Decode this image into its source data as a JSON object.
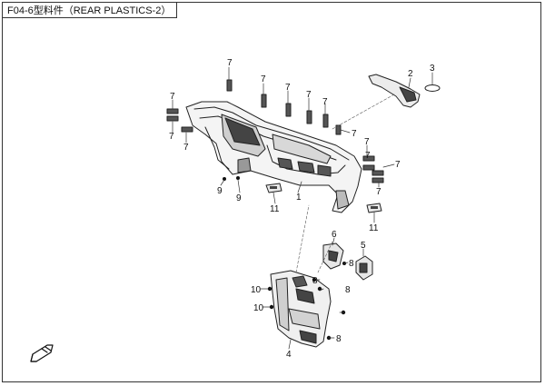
{
  "title": "F04-6型料件（REAR PLASTICS-2）",
  "callouts": [
    {
      "id": "c7a",
      "label": "7"
    },
    {
      "id": "c7b",
      "label": "7"
    },
    {
      "id": "c7c",
      "label": "7"
    },
    {
      "id": "c7d",
      "label": "7"
    },
    {
      "id": "c7e",
      "label": "7"
    },
    {
      "id": "c7f",
      "label": "7"
    },
    {
      "id": "c7g",
      "label": "7"
    },
    {
      "id": "c7h",
      "label": "7"
    },
    {
      "id": "c7i",
      "label": "7"
    },
    {
      "id": "c7j",
      "label": "7"
    },
    {
      "id": "c7k",
      "label": "7"
    },
    {
      "id": "c7l",
      "label": "7"
    },
    {
      "id": "c7m",
      "label": "7"
    },
    {
      "id": "c2",
      "label": "2"
    },
    {
      "id": "c3",
      "label": "3"
    },
    {
      "id": "c1",
      "label": "1"
    },
    {
      "id": "c9a",
      "label": "9"
    },
    {
      "id": "c9b",
      "label": "9"
    },
    {
      "id": "c11a",
      "label": "11"
    },
    {
      "id": "c11b",
      "label": "11"
    },
    {
      "id": "c6",
      "label": "6"
    },
    {
      "id": "c5",
      "label": "5"
    },
    {
      "id": "c8a",
      "label": "8"
    },
    {
      "id": "c8b",
      "label": "8"
    },
    {
      "id": "c8c",
      "label": "8"
    },
    {
      "id": "c8d",
      "label": "8"
    },
    {
      "id": "c10a",
      "label": "10"
    },
    {
      "id": "c10b",
      "label": "10"
    },
    {
      "id": "c4",
      "label": "4"
    }
  ],
  "icons": {
    "orientation": "forward-arrow-icon"
  }
}
